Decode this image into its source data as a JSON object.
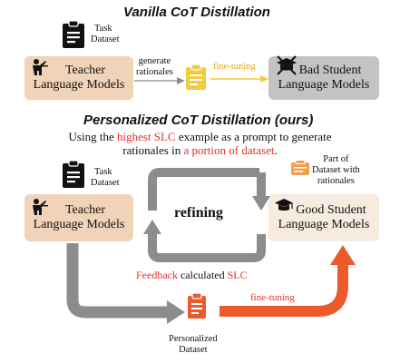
{
  "vanilla": {
    "title": "Vanilla  CoT Distillation",
    "task_dataset": [
      "Task",
      "Dataset"
    ],
    "teacher": [
      "Teacher",
      "Language Models"
    ],
    "generate": [
      "generate",
      "rationales"
    ],
    "fine_tuning": "fine-tuning",
    "student": [
      "Bad Student",
      "Language Models"
    ]
  },
  "personalized": {
    "title": "Personalized CoT  Distillation (ours)",
    "desc_line1": {
      "pre": "Using the ",
      "highlight": "highest SLC",
      "post": " example as a prompt to generate"
    },
    "desc_line2": {
      "pre": "rationales in ",
      "highlight": "a portion of dataset",
      "post": "."
    },
    "task_dataset": [
      "Task",
      "Dataset"
    ],
    "part_dataset": [
      "Part of",
      "Dataset with",
      "rationales"
    ],
    "teacher": [
      "Teacher",
      "Language Models"
    ],
    "refining": "refining",
    "student": [
      "Good Student",
      "Language Models"
    ],
    "feedback": {
      "highlight1": "Feedback",
      "middle": " calculated ",
      "highlight2": "SLC"
    },
    "fine_tuning": "fine-tuning",
    "personalized_dataset": [
      "Personalized",
      "Dataset"
    ]
  },
  "colors": {
    "peach": "#f0d3b8",
    "cream": "#f7eadf",
    "grey": "#c3c3c3",
    "yellow": "#f2cc3e",
    "orange": "#ec5a2a",
    "red": "#e0312b",
    "arrow_grey": "#8c8c8c"
  }
}
